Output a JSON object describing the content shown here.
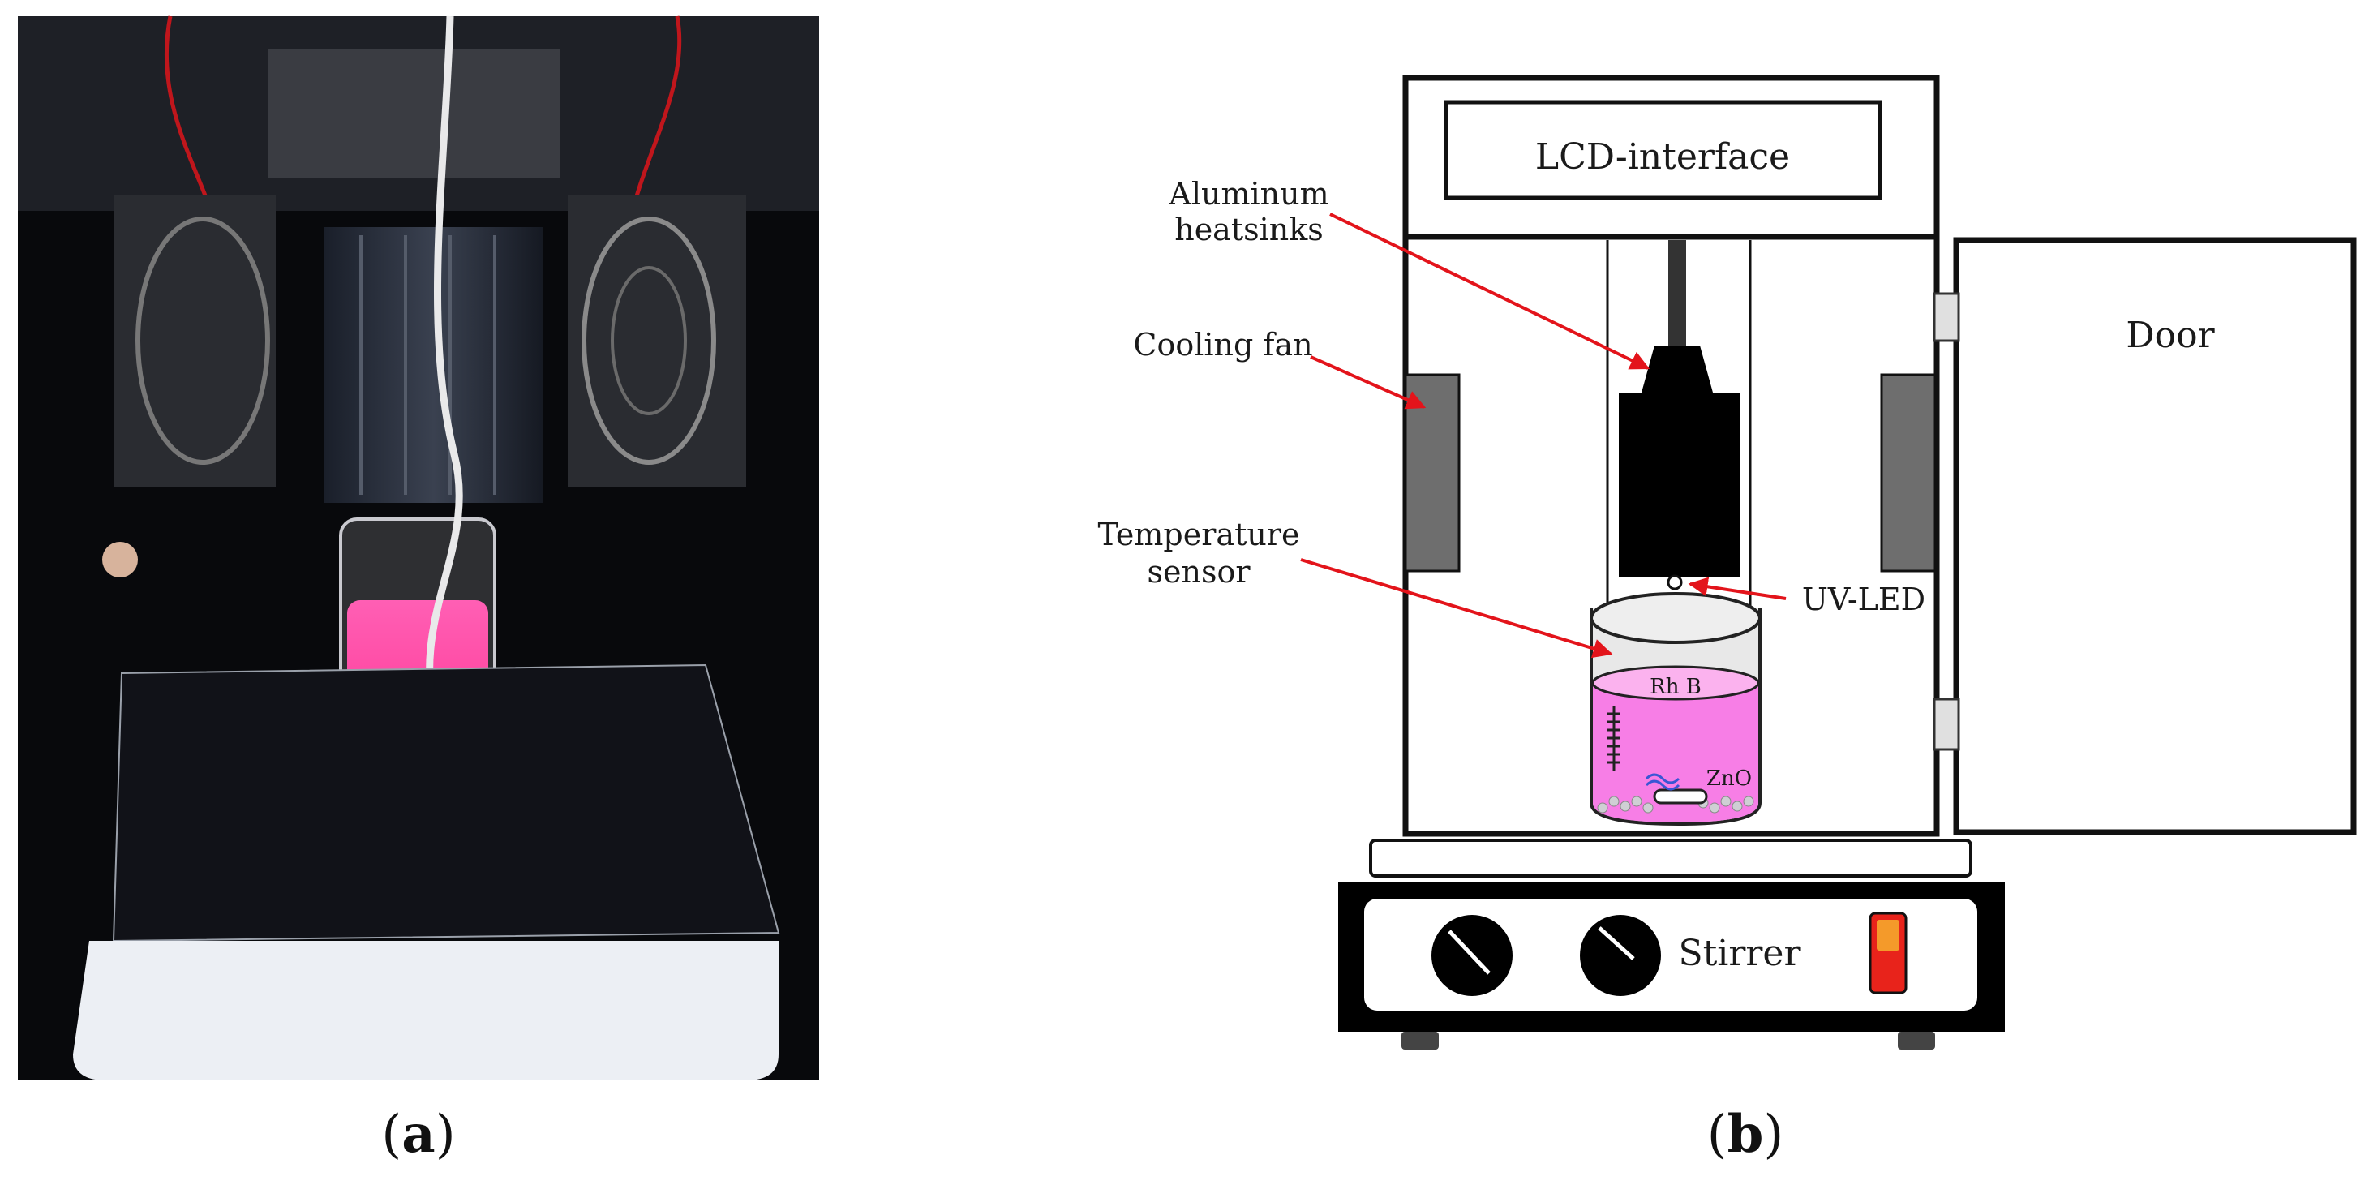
{
  "figure": {
    "panel_a": {
      "caption": "(a)",
      "caption_letter": "a"
    },
    "panel_b": {
      "caption": "(b)",
      "caption_letter": "b",
      "labels": {
        "lcd": "LCD-interface",
        "heatsink_line1": "Aluminum",
        "heatsink_line2": "heatsinks",
        "fan": "Cooling fan",
        "sensor_line1": "Temperature",
        "sensor_line2": "sensor",
        "uvled": "UV-LED",
        "door": "Door",
        "rhb": "Rh B",
        "zno": "ZnO",
        "stirrer": "Stirrer"
      }
    },
    "colors": {
      "arrow": "#e3141b",
      "solution_pink": "#f77ee6",
      "fan_gray": "#6e6e6e",
      "switch_red": "#e8231b",
      "switch_orange": "#f49a2a"
    }
  }
}
